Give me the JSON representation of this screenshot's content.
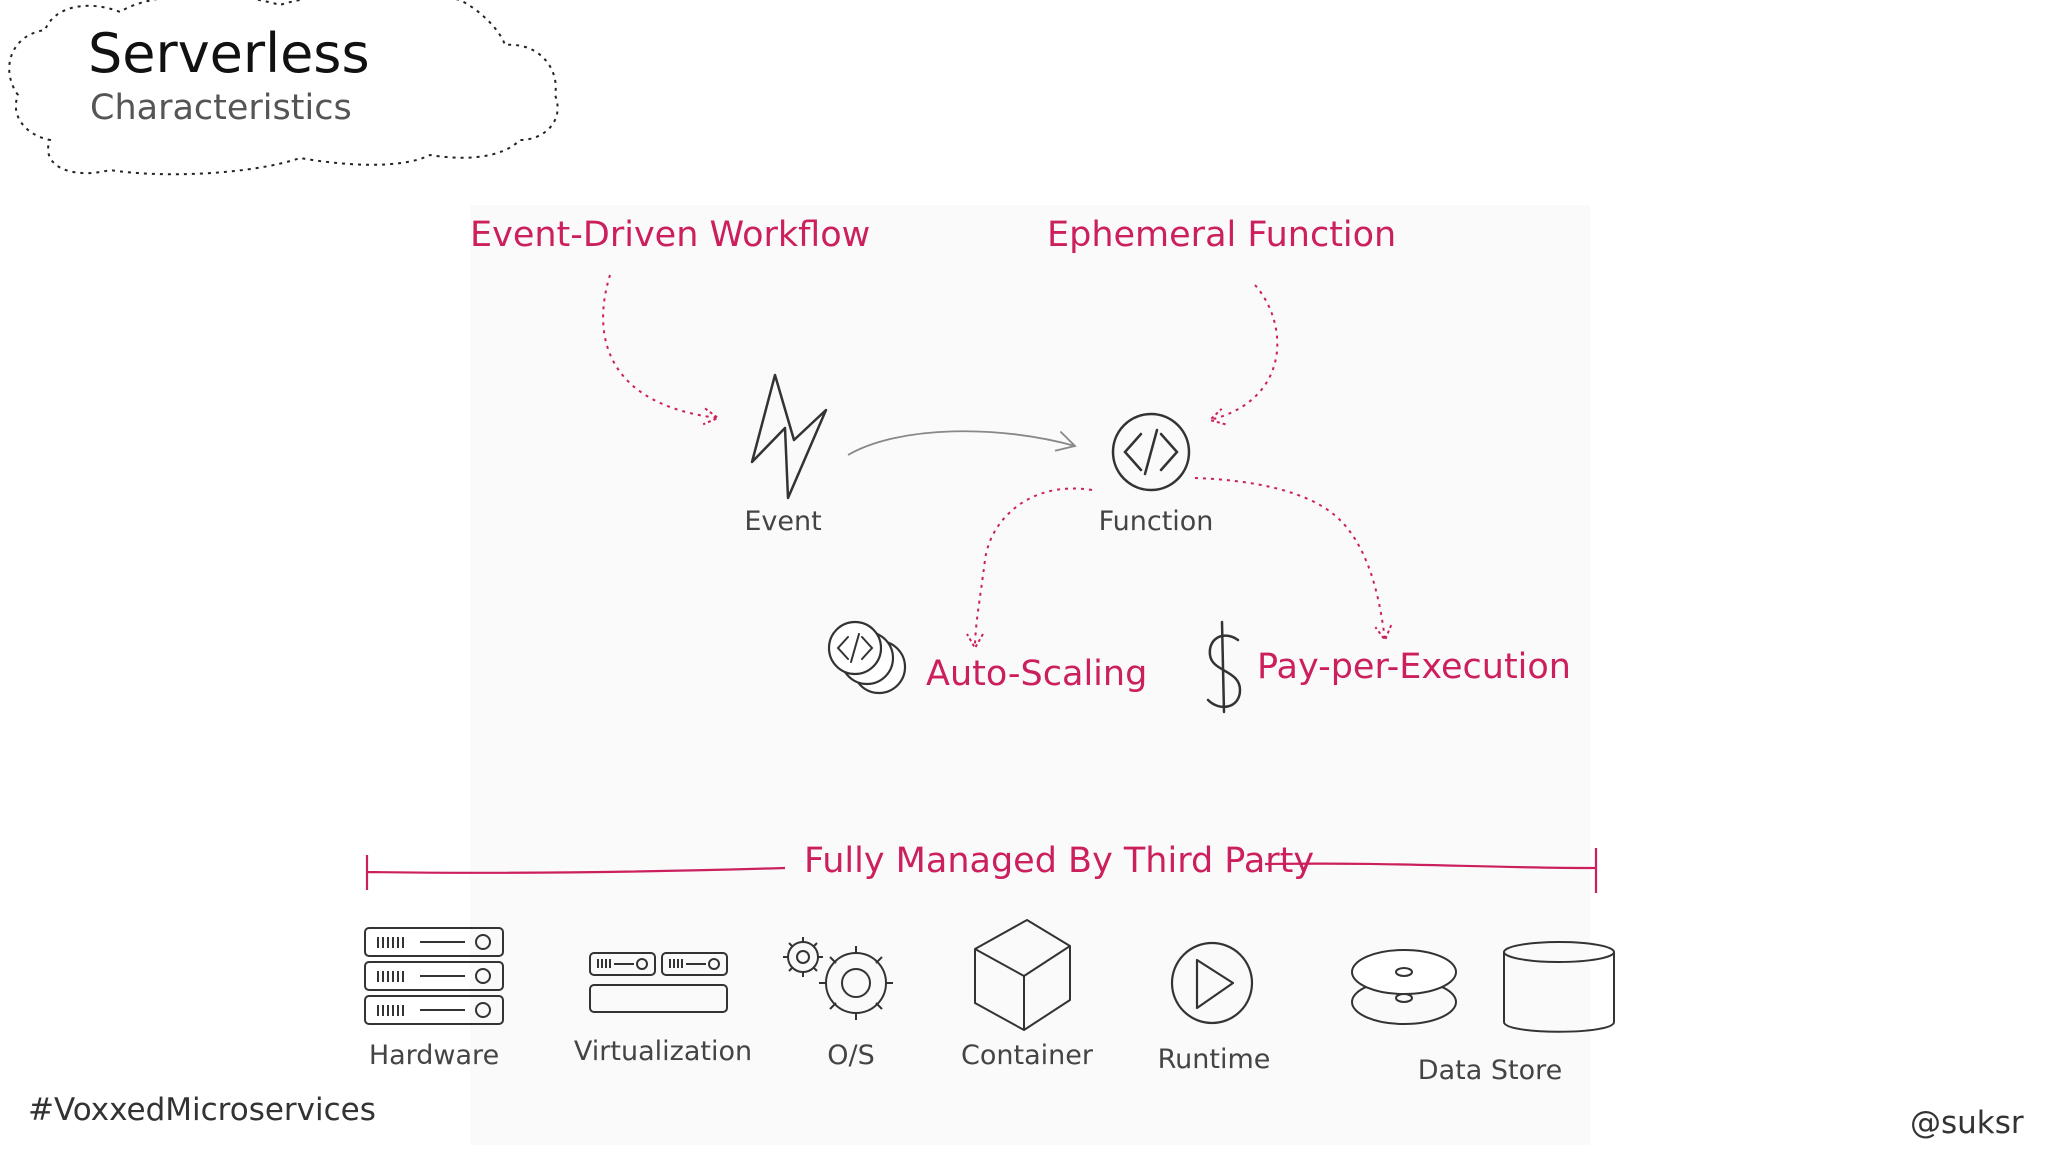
{
  "header": {
    "title": "Serverless",
    "subtitle": "Characteristics"
  },
  "diagram": {
    "event_driven": "Event-Driven Workflow",
    "ephemeral": "Ephemeral Function",
    "event": "Event",
    "function": "Function",
    "auto_scaling": "Auto-Scaling",
    "pay_per_execution": "Pay-per-Execution",
    "managed": "Fully Managed By Third Party",
    "stack": [
      "Hardware",
      "Virtualization",
      "O/S",
      "Container",
      "Runtime",
      "Data Store"
    ]
  },
  "footer": {
    "hashtag": "#VoxxedMicroservices",
    "handle": "@suksr"
  },
  "colors": {
    "accent": "#cc1f5e",
    "ink": "#333333",
    "arrow": "#888888"
  }
}
